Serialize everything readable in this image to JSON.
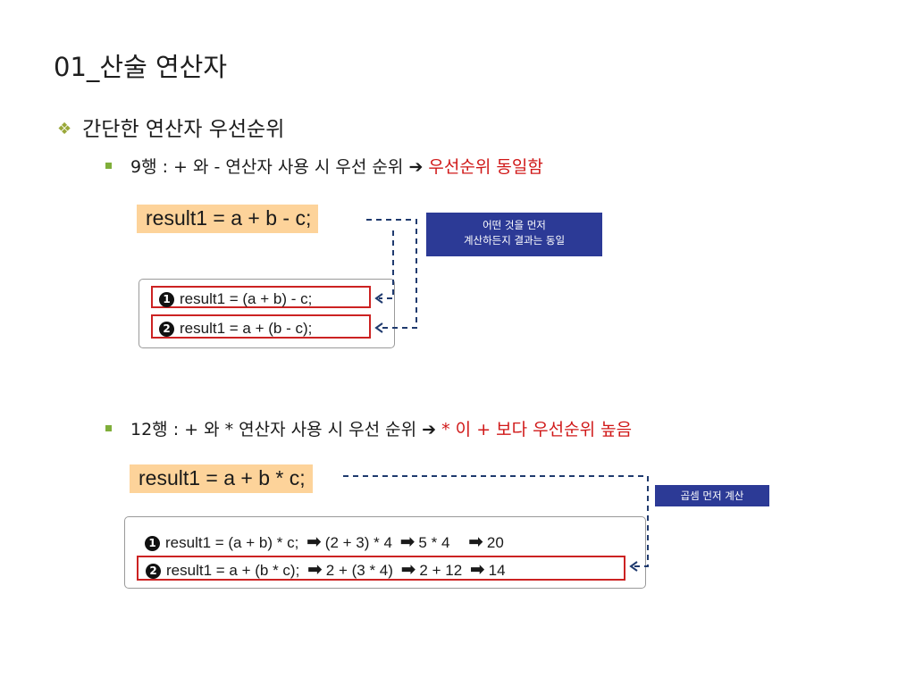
{
  "slide": {
    "title": "01_산술 연산자",
    "bullet_main": "간단한 연산자 우선순위",
    "section1": {
      "heading_prefix": "9행 : + 와 - 연산자 사용 시 우선 순위",
      "arrow": "➔",
      "heading_result": "우선순위 동일함",
      "code": "result1 = a + b - c;",
      "callout_line1": "어떤 것을 먼저",
      "callout_line2": "계산하든지 결과는 동일",
      "option1_num": "1",
      "option1": "result1 = (a + b) - c;",
      "option2_num": "2",
      "option2": "result1 = a + (b - c);"
    },
    "section2": {
      "heading_prefix": "12행 : + 와 * 연산자 사용 시 우선 순위",
      "arrow": "➔",
      "heading_result": "* 이 + 보다 우선순위 높음",
      "code": "result1 = a + b * c;",
      "callout": "곱셈 먼저 계산",
      "option1_num": "1",
      "option1_code": "result1 = (a + b) * c;",
      "option1_step1": "(2 + 3) * 4",
      "option1_step2": "5 * 4",
      "option1_step3": "20",
      "option2_num": "2",
      "option2_code": "result1 = a + (b * c);",
      "option2_step1": "2 + (3 * 4)",
      "option2_step2": "2 + 12",
      "option2_step3": "14",
      "step_arrow": "➡"
    }
  },
  "colors": {
    "highlight": "#fdd39a",
    "accent_red": "#d01818",
    "callout_bg": "#2c3a96",
    "dash_line": "#1f3a6e"
  }
}
